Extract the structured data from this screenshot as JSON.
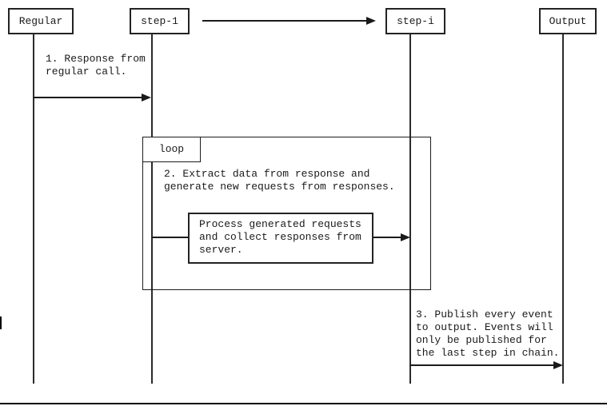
{
  "diagram_type": "sequence-diagram",
  "lifelines": [
    {
      "label": "Regular"
    },
    {
      "label": "step-1"
    },
    {
      "label": "step-i"
    },
    {
      "label": "Output"
    }
  ],
  "loop": {
    "label": "loop"
  },
  "messages": {
    "msg1": "1. Response from\nregular call.",
    "msg2": "2. Extract data from response and\ngenerate new requests from responses.",
    "process_box": "Process generated requests\nand collect responses from\nserver.",
    "msg3": "3. Publish every event\nto output. Events will\nonly be published for\nthe last step in chain."
  },
  "colors": {
    "stroke": "#1a1a1a",
    "background": "#ffffff"
  }
}
